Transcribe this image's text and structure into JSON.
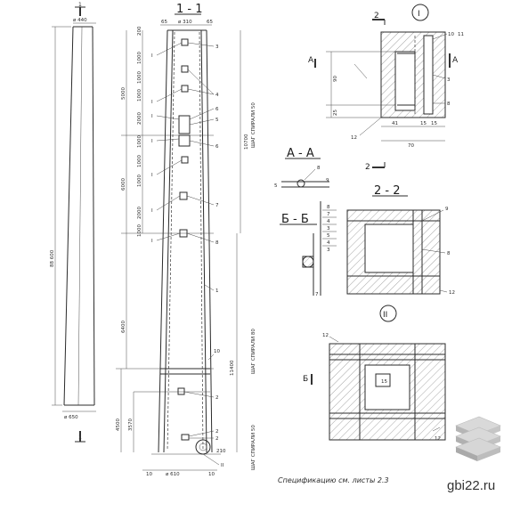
{
  "watermark": {
    "text": "gbi22.ru"
  },
  "specification": {
    "text": "Спецификацию   см.   листы  2.3"
  },
  "elevation": {
    "section_mark": "1",
    "top_width": "ø 440",
    "bottom_width": "ø 650",
    "total_height": "88 600"
  },
  "section_1_1": {
    "title": "1 - 1",
    "top_dims": {
      "left_edge": "65",
      "inner": "ø 310",
      "right_edge": "65"
    },
    "bottom_dims": {
      "left_edge": "10",
      "inner": "ø 610",
      "right_edge": "10"
    },
    "left_segments": [
      "200",
      "1000",
      "1000",
      "1000",
      "2000",
      "1000",
      "1000",
      "1000",
      "2000",
      "1000"
    ],
    "left_overall": [
      "5000",
      "6000",
      "6400",
      "4500",
      "3570"
    ],
    "right_labels": [
      "10700",
      "ШАГ  СПИРАЛИ  50",
      "11400",
      "ШАГ  СПИРАЛИ  80",
      "ШАГ  СПИРАЛИ  50",
      "210"
    ],
    "markers": [
      "I",
      "I",
      "I",
      "I",
      "I",
      "I",
      "I",
      "I"
    ],
    "positions": [
      "3",
      "4",
      "6",
      "5",
      "6",
      "7",
      "8",
      "1",
      "10",
      "2",
      "2",
      "2"
    ],
    "bottom_marker": "II"
  },
  "detail_I": {
    "title": "I",
    "section_mark": "2",
    "cut_mark": "A",
    "dims": [
      "90",
      "25",
      "41",
      "70",
      "15",
      "15",
      "5"
    ],
    "positions": [
      "10",
      "11",
      "3",
      "8",
      "11",
      "10",
      "12"
    ]
  },
  "section_AA": {
    "title": "A - A",
    "positions": [
      "8",
      "9",
      "9"
    ],
    "dims": [
      "5"
    ]
  },
  "section_BB": {
    "title": "Б - Б",
    "positions": [
      "8",
      "7",
      "4",
      "3",
      "5",
      "4",
      "3"
    ],
    "dims": [
      "7"
    ]
  },
  "section_2_2": {
    "title": "2 - 2",
    "positions": [
      "9",
      "8",
      "12"
    ]
  },
  "detail_II": {
    "title": "II",
    "cut_mark": "Б",
    "positions": [
      "12",
      "Б",
      "12"
    ],
    "dims": [
      "15"
    ]
  }
}
